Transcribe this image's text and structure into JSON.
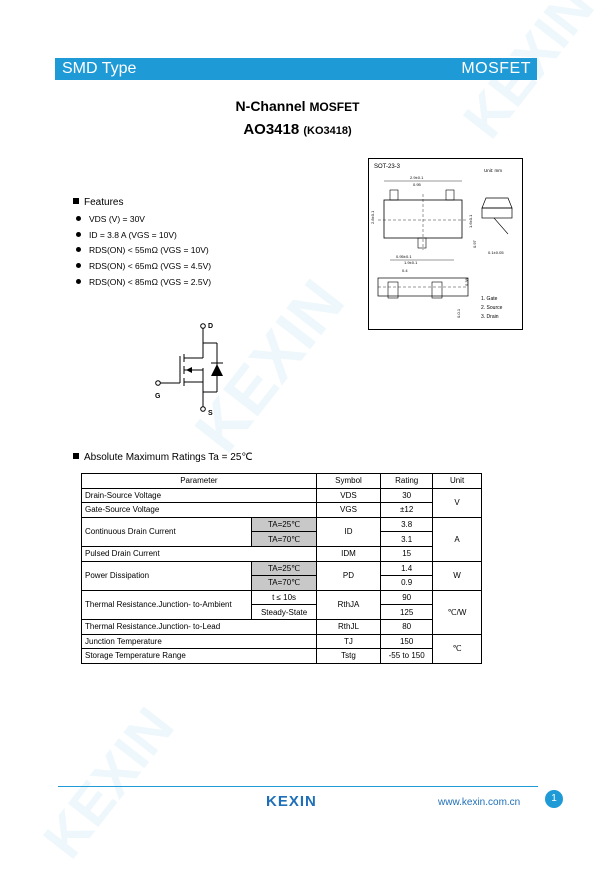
{
  "header": {
    "left": "SMD Type",
    "right": "MOSFET"
  },
  "title": {
    "line1_main": "N-Channel ",
    "line1_bold": "MOSFET",
    "part": "AO3418",
    "alt": "(KO3418)"
  },
  "features": {
    "heading": "Features",
    "items": [
      "VDS (V) = 30V",
      "ID = 3.8 A (VGS = 10V)",
      "RDS(ON) < 55mΩ (VGS = 10V)",
      "RDS(ON) < 65mΩ (VGS = 4.5V)",
      "RDS(ON) < 85mΩ (VGS = 2.5V)"
    ]
  },
  "package": {
    "name": "SOT-23-3",
    "units": "Unit: mm",
    "dims": [
      "2.9±0.1",
      "0.95",
      "1.9±0.1",
      "2.8±0.1",
      "1.6±0.1",
      "0.4",
      "0.95±0.1",
      "0.1±0.05",
      "0.55",
      "0.38",
      "0.97",
      "0-0.1"
    ],
    "pins": [
      "1. Gate",
      "2. Source",
      "3. Drain"
    ]
  },
  "symbol": {
    "d": "D",
    "g": "G",
    "s": "S"
  },
  "ratings": {
    "heading": "Absolute Maximum Ratings Ta = 25℃",
    "columns": [
      "Parameter",
      "Symbol",
      "Rating",
      "Unit"
    ],
    "rows": {
      "vds": {
        "param": "Drain-Source Voltage",
        "sym": "VDS",
        "val": "30",
        "unit": "V"
      },
      "vgs": {
        "param": "Gate-Source Voltage",
        "sym": "VGS",
        "val": "±12"
      },
      "id": {
        "param": "Continuous Drain Current",
        "cond1": "TA=25℃",
        "cond2": "TA=70℃",
        "sym": "ID",
        "val1": "3.8",
        "val2": "3.1",
        "unit": "A"
      },
      "idm": {
        "param": "Pulsed Drain Current",
        "sym": "IDM",
        "val": "15"
      },
      "pd": {
        "param": "Power Dissipation",
        "cond1": "TA=25℃",
        "cond2": "TA=70℃",
        "sym": "PD",
        "val1": "1.4",
        "val2": "0.9",
        "unit": "W"
      },
      "rja": {
        "param": "Thermal Resistance.Junction- to-Ambient",
        "cond1": "t ≤ 10s",
        "cond2": "Steady-State",
        "sym": "RthJA",
        "val1": "90",
        "val2": "125",
        "unit": "℃/W"
      },
      "rjl": {
        "param": "Thermal Resistance.Junction- to-Lead",
        "sym": "RthJL",
        "val": "80"
      },
      "tj": {
        "param": "Junction Temperature",
        "sym": "TJ",
        "val": "150",
        "unit": "℃"
      },
      "tstg": {
        "param": "Storage Temperature Range",
        "sym": "Tstg",
        "val": "-55 to 150"
      }
    }
  },
  "footer": {
    "logo": "KEXIN",
    "url": "www.kexin.com.cn",
    "page": "1"
  },
  "watermark": "KEXIN"
}
